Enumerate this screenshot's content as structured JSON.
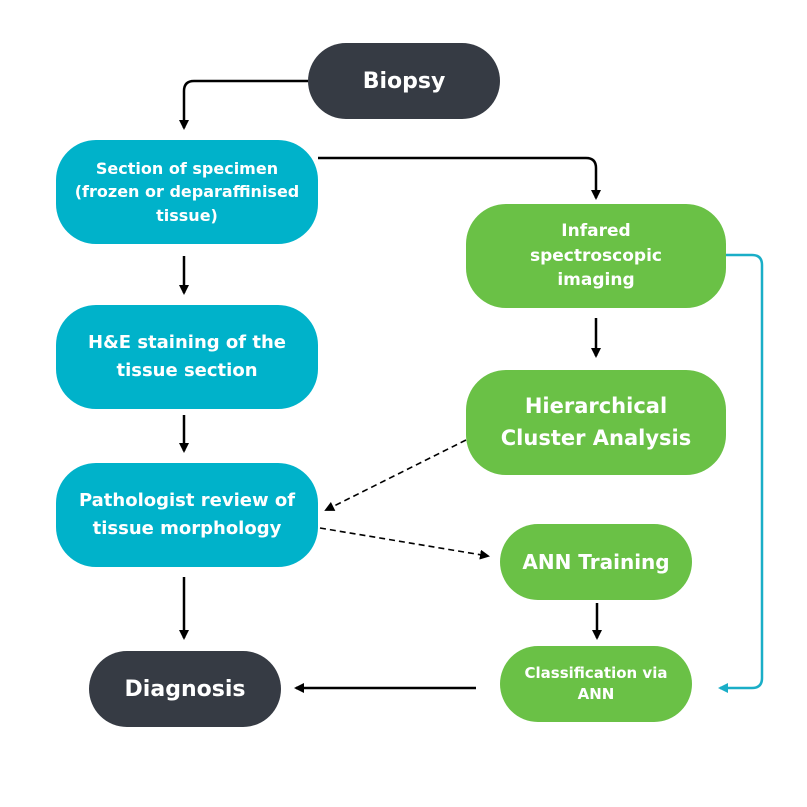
{
  "nodes": {
    "biopsy": "Biopsy",
    "section": "Section of specimen\n(frozen or deparaffinised\ntissue)",
    "he_staining": "H&E staining of the\ntissue section",
    "pathologist_review": "Pathologist review of\ntissue morphology",
    "diagnosis": "Diagnosis",
    "infrared": "Infared\nspectroscopic\nimaging",
    "hca": "Hierarchical\nCluster Analysis",
    "ann_training": "ANN Training",
    "classification": "Classification via\nANN"
  },
  "colors": {
    "dark_node": "#363b44",
    "teal_node": "#00b2ca",
    "green_node": "#6ac146",
    "arrow": "#000000",
    "teal_arrow": "#1aaec7"
  }
}
